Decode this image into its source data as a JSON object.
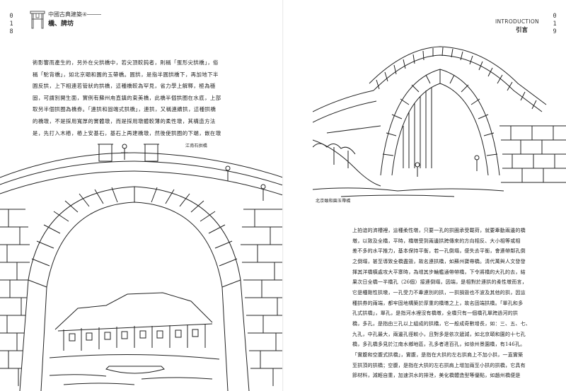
{
  "left_page": {
    "page_number": [
      "0",
      "1",
      "8"
    ],
    "series_title": "中國古典建築④",
    "chapter_title": "橋、牌坊",
    "body_lines": [
      "術影響而產生的，另外在尖拱橋中，若尖頂較鈍者，則稱「蛋形尖拱橋」，俗",
      "稱「駝背橋」，如北京頤和園的玉帶橋。圓拱，是指半圓拱橋下，再加地下半",
      "圓反拱，上下相連若管狀的拱橋，這種橋較為罕見，省力學上解釋，極為穩",
      "固，可謂別開生面，實例有蘇州甪直鎮的東美橋，此橋半個拱圈在水底，上部",
      "取另半個拱圈為橋券。「連拱和固端式拱橋」，連拱，又稱連續拱，這種拱橋",
      "的橋墩，不是採用寬厚的實體墩，而是採用墩體較薄的柔性墩，其構造方法",
      "是，先打入木樁，樁上安基石，基石上再建橋墩，然後使拱圈的下端，嵌在墩"
    ],
    "caption": "江南石拱橋"
  },
  "right_page": {
    "page_number": [
      "0",
      "1",
      "9"
    ],
    "section_en": "INTRODUCTION",
    "section_zh": "引言",
    "caption": "北京頤和園玉帶橋",
    "body_lines": [
      "上拍谊的濟槽裡，這種柔性墩，只要一孔的拱圈承受載荷，就要牽動兩邊的橋",
      "墩，以致及全橋，平時，橋墩受到兩邊拱跨傳來的方向相反、大小相等或相",
      "差不多的水平推力，基本保持平衡，若一孔倒塌，便失去平衡，會連帶鄰孔倒",
      "之倒塌，甚至導致全橋盡毀，故名連拱橋，如蘇州寶帶橋。清代萬與人文發發",
      "揮其洋橋橫處攻大平寨時，為增其步輪艦通帶帶橋，下令將橋的大孔的去，結",
      "果次日全橋一半橋孔（26個）接連倒塌，因端，是相對於連拱的柔性墩而言，",
      "它是種剛性拱墩，一孔受力不牽連別的拱，一拱損毀也不波及其他的拱，因這",
      "種拱券的兩端，都牢固地構築於厚重的橋墩之上，故名固端拱橋。「單孔和多",
      "孔式拱橋」，單孔，是指河水裡沒有橋墩，全橋只有一個橋孔單跨過河的拱",
      "橋，多孔，是指由三孔以上組成的拱橋，它一般成奇數增長，如：三、五、七、",
      "九孔，中孔最大，兩邊孔徑較小，且對多是依次遞減，如北京頤和園的十七孔",
      "橋，多孔橋多見於江南水鄉地區，孔多者達百孔，如徐州景園橋，有146孔。",
      "「實腹和空腹式拱橋」，實腹，是指在大拱的左右拱肩上不加小拱，一直實築",
      "至拱頂的拱橋；空腹，是指在大拱的左右拱肩上增加兩至小拱的拱橋，它具有",
      "節材料，減輕自重，加速洪水的排泄，美化橋體造型等優點，如趙州橋便是"
    ]
  }
}
